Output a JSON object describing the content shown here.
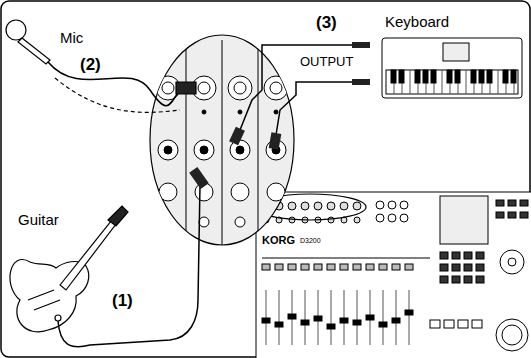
{
  "diagram": {
    "labels": [
      "Mic",
      "(2)",
      "(3)",
      "Keyboard",
      "OUTPUT",
      "Guitar",
      "(1)",
      "KORG",
      "D3200"
    ]
  }
}
